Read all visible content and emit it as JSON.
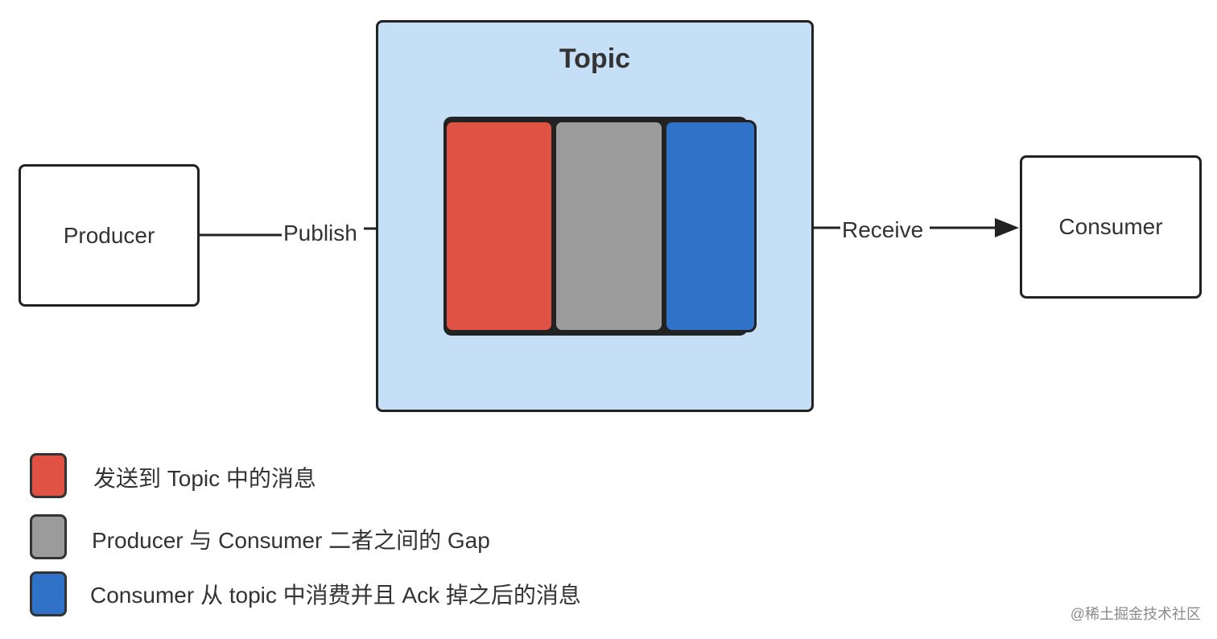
{
  "colors": {
    "message_red": "#e05243",
    "gap_gray": "#9b9b9b",
    "acked_blue": "#2f72c8",
    "topic_fill": "#c5dff7",
    "stroke": "#222222"
  },
  "nodes": {
    "producer": "Producer",
    "consumer": "Consumer",
    "topic": "Topic"
  },
  "edges": {
    "publish": "Publish",
    "receive": "Receive"
  },
  "legend": [
    {
      "text": "发送到 Topic 中的消息"
    },
    {
      "text": "Producer 与 Consumer 二者之间的 Gap"
    },
    {
      "text": "Consumer 从 topic 中消费并且 Ack 掉之后的消息"
    }
  ],
  "watermark": "@稀土掘金技术社区"
}
